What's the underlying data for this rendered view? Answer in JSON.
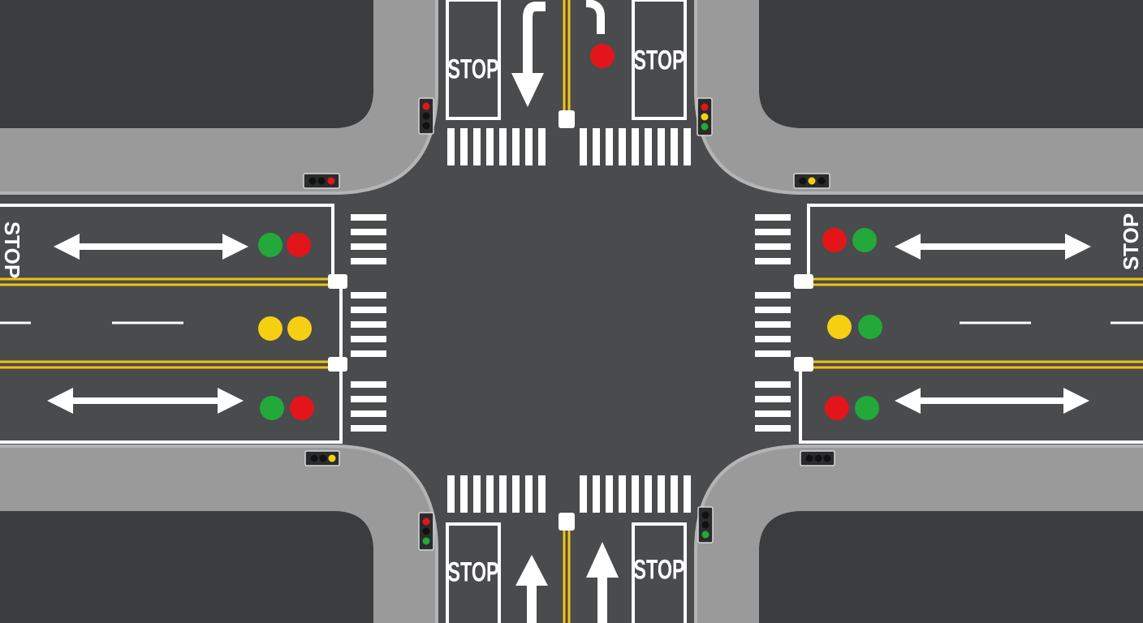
{
  "scene": {
    "colors": {
      "asphalt": "#4a4b4d",
      "block": "#3b3c3e",
      "sidewalk": "#9a9a9a",
      "sidewalk_edge": "#b4b4b4",
      "marking_white": "#ffffff",
      "marking_yellow": "#f2c40f",
      "signal_red": "#e3151b",
      "signal_yellow": "#f5cf12",
      "signal_green": "#23a83a",
      "signal_housing": "#2a2b2d"
    },
    "stop_labels": {
      "north_left": "STOP",
      "north_right": "STOP",
      "south_left": "STOP",
      "south_right": "STOP",
      "west": "STOP",
      "east": "STOP"
    },
    "lane_signals": {
      "north": [
        "red"
      ],
      "west_top": [
        "green",
        "red"
      ],
      "west_middle": [
        "yellow",
        "yellow"
      ],
      "west_bottom": [
        "green",
        "red"
      ],
      "east_top": [
        "red",
        "green"
      ],
      "east_middle": [
        "yellow",
        "green"
      ],
      "east_bottom": [
        "red",
        "green"
      ]
    },
    "traffic_lights": {
      "nw_vertical": "red",
      "ne_vertical": "green",
      "sw_vertical": "green",
      "se_vertical": "green",
      "nw_horizontal": "red",
      "ne_horizontal": "yellow",
      "sw_horizontal": "yellow",
      "se_horizontal": "off"
    }
  }
}
